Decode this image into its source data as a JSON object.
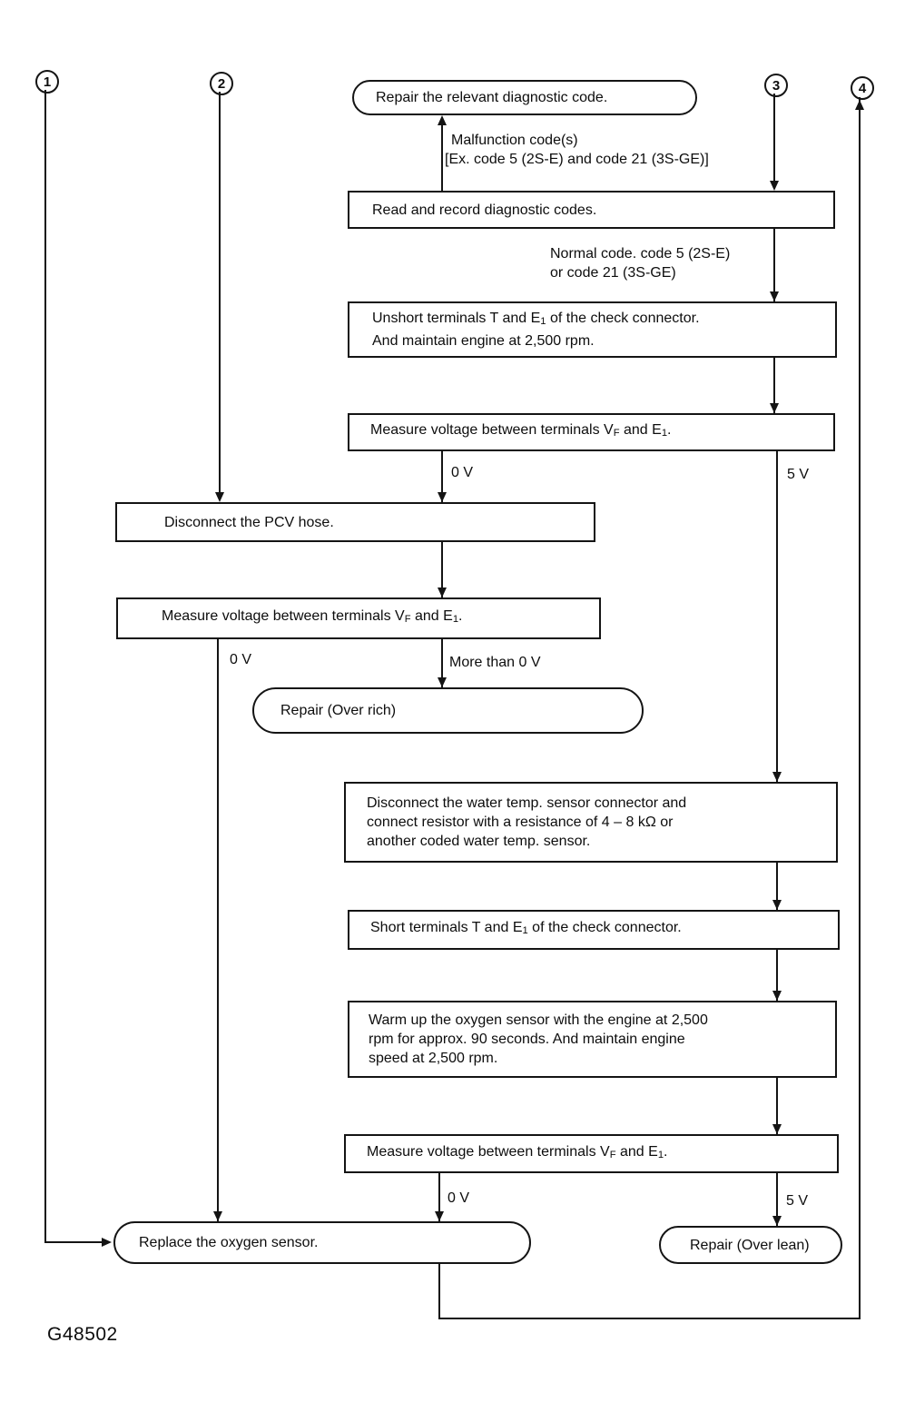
{
  "figure_id": "G48502",
  "page_connectors": [
    {
      "label": "1"
    },
    {
      "label": "2"
    },
    {
      "label": "3"
    },
    {
      "label": "4"
    }
  ],
  "nodes": {
    "repair_code": [
      "Repair the relevant diagnostic code."
    ],
    "read_record": [
      "Read and record diagnostic codes."
    ],
    "unshort_terminals": [
      "Unshort terminals T and E_{1} of the check connector.",
      "And maintain engine at 2,500 rpm."
    ],
    "measure_voltage_1": [
      "Measure voltage between terminals V_{F} and E_{1}."
    ],
    "disconnect_pcv": [
      "Disconnect the PCV hose."
    ],
    "measure_voltage_2": [
      "Measure voltage between terminals V_{F} and E_{1}."
    ],
    "repair_over_rich": [
      "Repair (Over rich)"
    ],
    "disconnect_water_temp": [
      "Disconnect the water temp. sensor connector and",
      "connect resistor with a resistance of 4 – 8 kΩ or",
      "another coded water temp. sensor."
    ],
    "short_terminals": [
      "Short terminals T and E_{1} of the check connector."
    ],
    "warm_up": [
      "Warm up the oxygen sensor with the engine at 2,500",
      "rpm for approx. 90 seconds. And maintain engine",
      "speed at 2,500 rpm."
    ],
    "measure_voltage_3": [
      "Measure voltage between terminals V_{F} and E_{1}."
    ],
    "replace_oxygen_sensor": [
      "Replace the oxygen sensor."
    ],
    "repair_over_lean": [
      "Repair (Over lean)"
    ]
  },
  "edge_labels": {
    "malfunction_line1": "Malfunction code(s)",
    "malfunction_line2": "[Ex. code 5 (2S-E) and code 21 (3S-GE)]",
    "normal_line1": "Normal code. code 5 (2S-E)",
    "normal_line2": "or code 21 (3S-GE)",
    "zero_v_1": "0 V",
    "five_v_1": "5 V",
    "zero_v_2": "0 V",
    "more_than_zero_v": "More than 0 V",
    "zero_v_3": "0 V",
    "five_v_2": "5 V"
  }
}
